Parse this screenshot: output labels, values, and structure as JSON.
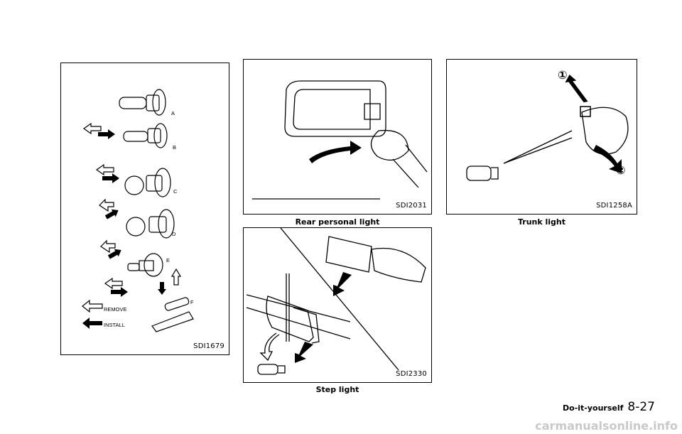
{
  "figures": [
    {
      "code": "SDI1679",
      "caption": "",
      "labels": [
        "A",
        "B",
        "C",
        "D",
        "E",
        "F"
      ],
      "legend": {
        "remove": "REMOVE",
        "install": "INSTALL"
      }
    },
    {
      "code": "SDI2031",
      "caption": "Rear personal light"
    },
    {
      "code": "SDI1258A",
      "caption": "Trunk light",
      "markers": [
        "①",
        "②"
      ]
    },
    {
      "code": "SDI2330",
      "caption": "Step light"
    }
  ],
  "footer": {
    "section": "Do-it-yourself",
    "page": "8-27"
  },
  "watermark": "carmanualsonline.info"
}
